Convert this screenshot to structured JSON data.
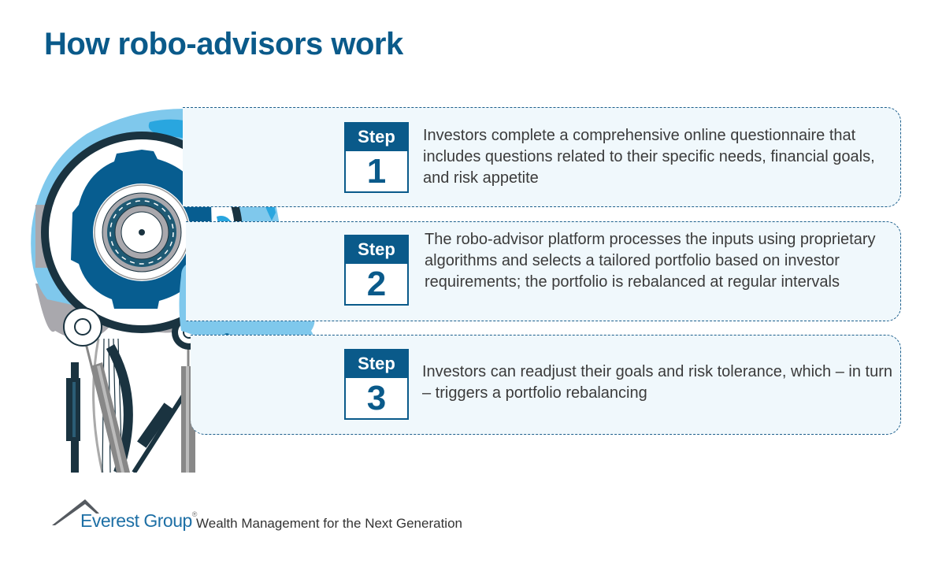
{
  "header": {
    "title": "How robo-advisors work"
  },
  "steps": [
    {
      "label": "Step",
      "number": "1",
      "text": "Investors complete a comprehensive online questionnaire that includes questions related to their specific needs, financial goals, and risk appetite"
    },
    {
      "label": "Step",
      "number": "2",
      "text": "The robo-advisor platform processes the inputs using proprietary algorithms and selects a tailored portfolio based on investor requirements; the portfolio is rebalanced at regular intervals"
    },
    {
      "label": "Step",
      "number": "3",
      "text": "Investors can readjust their goals and risk tolerance, which – in turn – triggers a portfolio rebalancing"
    }
  ],
  "illustration": {
    "icon": "robot-head-profile-icon"
  },
  "footer": {
    "brand": "Everest Group",
    "registered": "®",
    "subtitle": "Wealth Management for the Next Generation"
  },
  "colors": {
    "brand_blue": "#0a5a8a",
    "box_fill": "#f0f8fc",
    "text": "#3b3b3b",
    "robot_light": "#7fc8ec",
    "robot_mid": "#29a6df",
    "robot_dark": "#1a3340"
  }
}
